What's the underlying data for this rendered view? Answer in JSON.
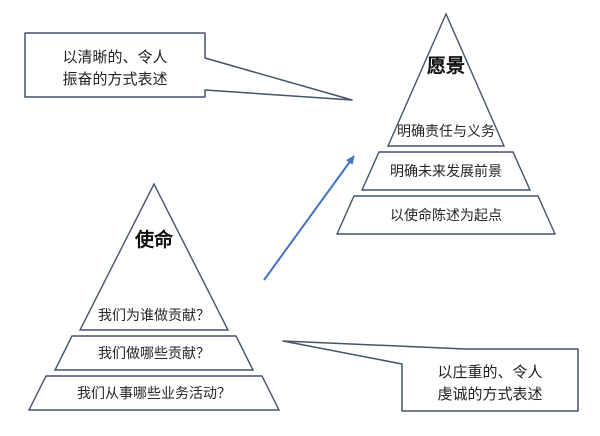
{
  "left_pyramid": {
    "title": "使命",
    "layers": [
      "我们为谁做贡献？",
      "我们做哪些贡献？",
      "我们从事哪些业务活动？"
    ]
  },
  "right_pyramid": {
    "title": "愿景",
    "layers": [
      "明确责任与义务",
      "明确未来发展前景",
      "以使命陈述为起点"
    ]
  },
  "callouts": {
    "vision_note": {
      "line1": "以清晰的、令人",
      "line2": "振奋的方式表述"
    },
    "mission_note": {
      "line1": "以庄重的、令人",
      "line2": "虔诚的方式表述"
    }
  },
  "colors": {
    "shape_outline": "#44546a",
    "arrow": "#4472c4",
    "text": "#262626",
    "background": "#ffffff"
  }
}
